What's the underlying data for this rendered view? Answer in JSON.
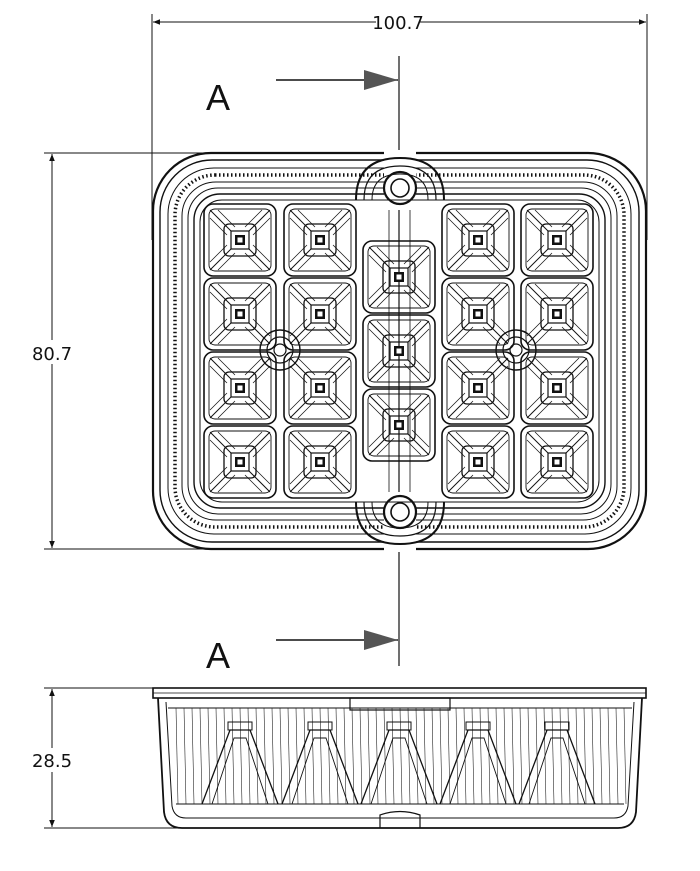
{
  "dimensions": {
    "width": "100.7",
    "height": "80.7",
    "depth": "28.5"
  },
  "section_marks": {
    "top": "A",
    "bottom": "A"
  },
  "led_cells": [
    {
      "row": 0,
      "col": 0
    },
    {
      "row": 0,
      "col": 1
    },
    {
      "row": 0,
      "col": 3
    },
    {
      "row": 0,
      "col": 4
    },
    {
      "row": 1,
      "col": 0
    },
    {
      "row": 1,
      "col": 1
    },
    {
      "row": 1,
      "col": 3
    },
    {
      "row": 1,
      "col": 4
    },
    {
      "row": 2,
      "col": 0
    },
    {
      "row": 2,
      "col": 1
    },
    {
      "row": 2,
      "col": 3
    },
    {
      "row": 2,
      "col": 4
    },
    {
      "row": 3,
      "col": 0
    },
    {
      "row": 3,
      "col": 1
    },
    {
      "row": 3,
      "col": 3
    },
    {
      "row": 3,
      "col": 4
    },
    {
      "row": 0.5,
      "col": 2
    },
    {
      "row": 1.5,
      "col": 2
    },
    {
      "row": 2.5,
      "col": 2
    }
  ]
}
